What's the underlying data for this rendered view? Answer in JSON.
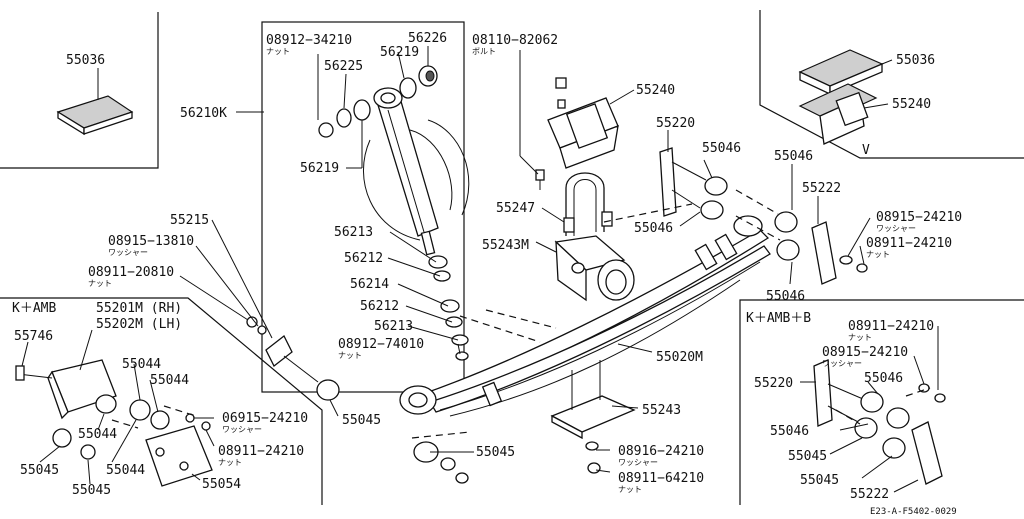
{
  "diagram": {
    "code": "E23-A-F5402-0029",
    "sections": {
      "k_amb": "K＋AMB",
      "k_amb_b": "K＋AMB＋B",
      "v": "V"
    },
    "labels": {
      "p55036_tl": "55036",
      "p56210k": "56210K",
      "p08912_34210": "08912−34210",
      "p08912_34210_sub": "ナット",
      "p56226": "56226",
      "p56219_a": "56219",
      "p56225": "56225",
      "p56219_b": "56219",
      "p08110_82062": "08110−82062",
      "p08110_82062_sub": "ボルト",
      "p55240_c": "55240",
      "p55220_c": "55220",
      "p55046_c1": "55046",
      "p55046_c2": "55046",
      "p55036_r": "55036",
      "p55240_r": "55240",
      "p55046_r1": "55046",
      "p55222_r": "55222",
      "p08915_24210_r": "08915−24210",
      "p08915_24210_r_sub": "ワッシャー",
      "p08911_24210_r": "08911−24210",
      "p08911_24210_r_sub": "ナット",
      "p55046_r2": "55046",
      "p55215": "55215",
      "p08915_13810": "08915−13810",
      "p08915_13810_sub": "ワッシャー",
      "p08911_20810": "08911−20810",
      "p08911_20810_sub": "ナット",
      "p55247": "55247",
      "p55243m": "55243M",
      "p56213_a": "56213",
      "p56212_a": "56212",
      "p56214": "56214",
      "p56212_b": "56212",
      "p56213_b": "56213",
      "p08912_74010": "08912−74010",
      "p08912_74010_sub": "ナット",
      "p55020m": "55020M",
      "p55045_c1": "55045",
      "p55045_c2": "55045",
      "p55243": "55243",
      "p08916_24210": "08916−24210",
      "p08916_24210_sub": "ワッシャー",
      "p08911_64210": "08911−64210",
      "p08911_64210_sub": "ナット",
      "p55201m": "55201M (RH)",
      "p55202m": "55202M (LH)",
      "p55746": "55746",
      "p55044_a": "55044",
      "p55044_b": "55044",
      "p55044_c": "55044",
      "p55044_d": "55044",
      "p06915_24210": "06915−24210",
      "p06915_24210_sub": "ワッシャー",
      "p08911_24210_l": "08911−24210",
      "p08911_24210_l_sub": "ナット",
      "p55045_l1": "55045",
      "p55045_l2": "55045",
      "p55054": "55054",
      "p08911_24210_br": "08911−24210",
      "p08911_24210_br_sub": "ナット",
      "p08915_24210_br": "08915−24210",
      "p08915_24210_br_sub": "ワッシャー",
      "p55220_br": "55220",
      "p55046_br1": "55046",
      "p55046_br2": "55046",
      "p55045_br1": "55045",
      "p55045_br2": "55045",
      "p55222_br": "55222"
    }
  }
}
